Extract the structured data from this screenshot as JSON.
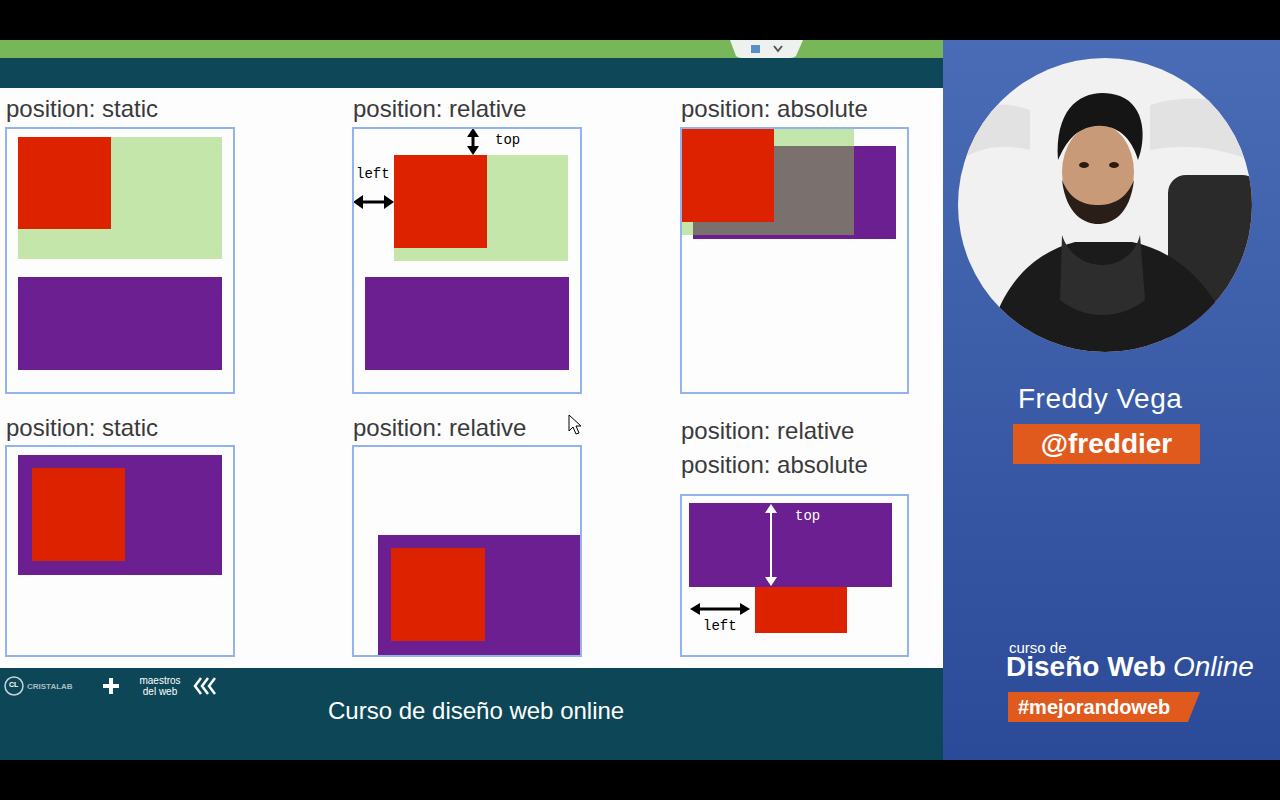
{
  "diagram": {
    "caption": "Curso de diseño web online",
    "nodes": [
      {
        "text": [
          "position: static"
        ]
      },
      {
        "text": [
          "position: relative"
        ]
      },
      {
        "text": [
          "position: absolute"
        ]
      },
      {
        "text": [
          "position: static"
        ]
      },
      {
        "text": [
          "position: relative"
        ]
      },
      {
        "text": [
          "position: relative",
          "position: absolute"
        ]
      },
      {
        "text": [
          "@freddier"
        ]
      },
      {
        "text": [
          "#mejorandoweb"
        ]
      }
    ],
    "labels": [
      "top",
      "left",
      "top",
      "left",
      "CL",
      "CRISTALAB",
      "maestros del web",
      "Freddy Vega",
      "curso de",
      "Diseño Web",
      "Online"
    ]
  }
}
